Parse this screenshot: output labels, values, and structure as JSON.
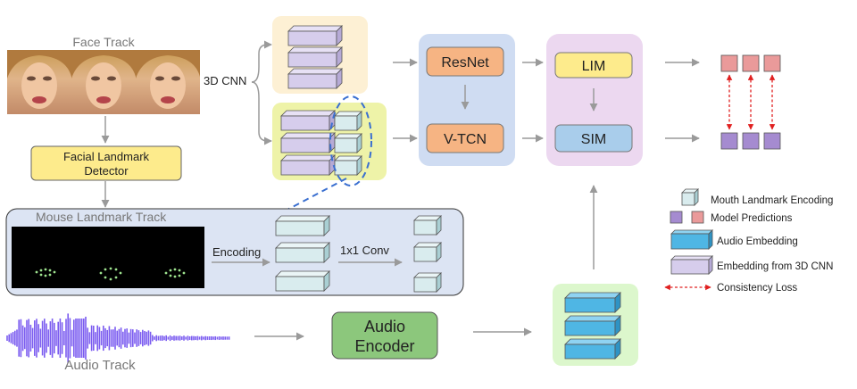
{
  "labels": {
    "face_track": "Face Track",
    "three_d_cnn": "3D CNN",
    "facial_landmark_detector_line1": "Facial Landmark",
    "facial_landmark_detector_line2": "Detector",
    "mouse_landmark_track": "Mouse Landmark Track",
    "encoding": "Encoding",
    "conv_1x1": "1x1 Conv",
    "resnet": "ResNet",
    "vtcn": "V-TCN",
    "lim": "LIM",
    "sim": "SIM",
    "audio_encoder_line1": "Audio",
    "audio_encoder_line2": "Encoder",
    "audio_track": "Audio Track"
  },
  "legend": [
    {
      "label": "Mouth Landmark Encoding",
      "glyph": "mouth-landmark-encoding-icon"
    },
    {
      "label": "Model Predictions",
      "glyph": "model-predictions-icon"
    },
    {
      "label": "Audio Embedding",
      "glyph": "audio-embedding-icon"
    },
    {
      "label": "Embedding from 3D CNN",
      "glyph": "embedding-3dcnn-icon"
    },
    {
      "label": "Consistency Loss",
      "glyph": "consistency-loss-icon"
    }
  ],
  "colors": {
    "cnn_panel": "#fdf0d4",
    "fusion_panel": "#eef3a8",
    "resnet_panel": "#cfdcf2",
    "lim_panel": "#ecd8f0",
    "landmark_panel": "#dce4f3",
    "audio_panel": "#dcf7cc",
    "lavender_block": "#d6cdec",
    "lavender_block_side": "#b6aad6",
    "cyan_block": "#d9ecee",
    "blue_block": "#4fb6e4",
    "pink_pred": "#ea9a9a",
    "purple_pred": "#a58bd0",
    "orange_box": "#f6b483",
    "yellow_box": "#fdeb8c",
    "sim_box": "#a9cdeb",
    "green_box": "#8cc77c",
    "loss_red": "#e02020",
    "arrow_gray": "#9a9a9a"
  }
}
